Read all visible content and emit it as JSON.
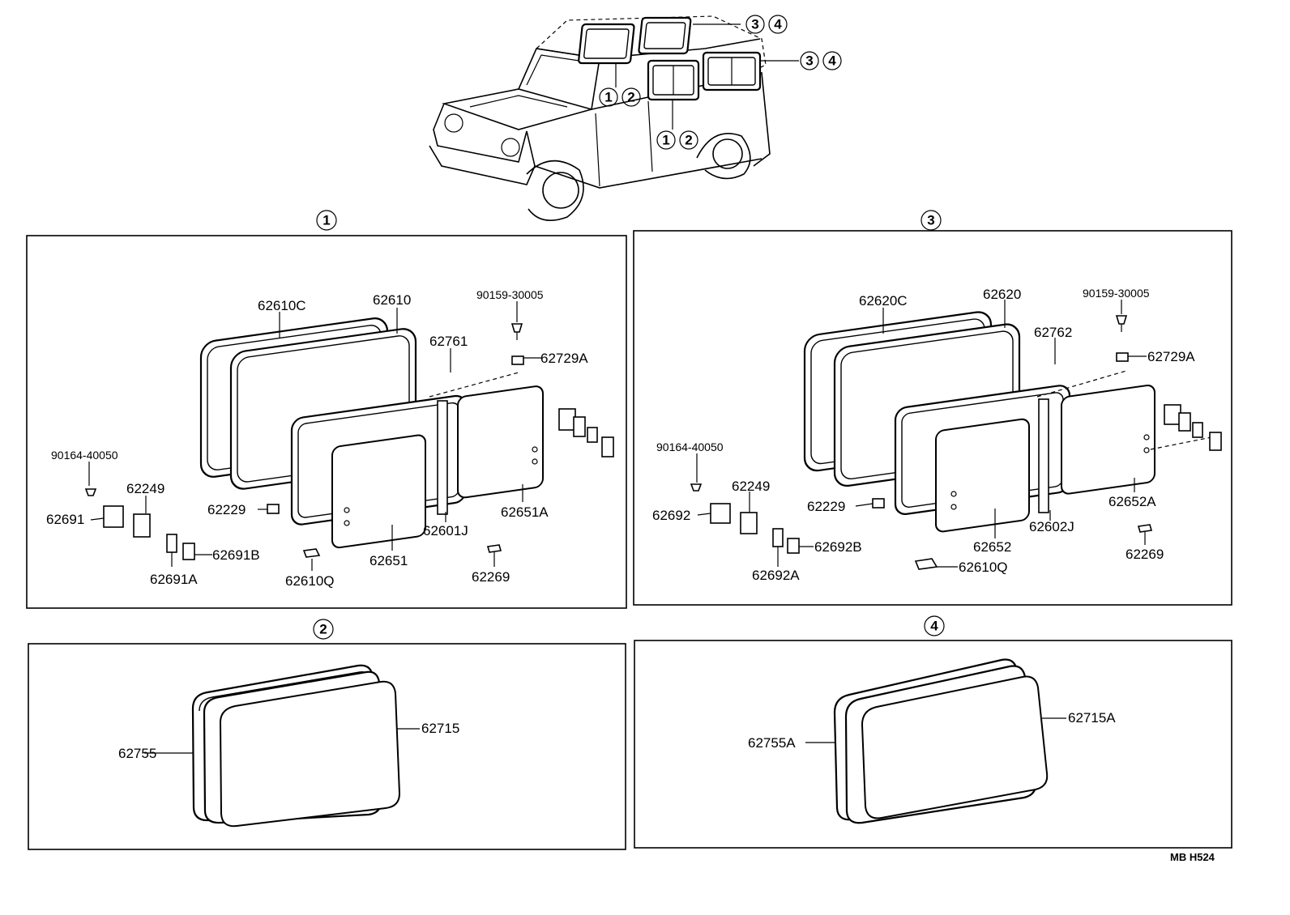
{
  "footer": {
    "code": "MB  H524"
  },
  "overview": {
    "callouts": [
      {
        "id": "roof",
        "numbers": [
          "3",
          "4"
        ]
      },
      {
        "id": "rear-side",
        "numbers": [
          "3",
          "4"
        ]
      },
      {
        "id": "front-side-upper",
        "numbers": [
          "1",
          "2"
        ]
      },
      {
        "id": "front-side-lower",
        "numbers": [
          "1",
          "2"
        ]
      }
    ]
  },
  "panels": [
    {
      "number": "1",
      "labels": {
        "outer_frame": "62610C",
        "frame": "62610",
        "inner_frame": "62761",
        "screw_top": "90159-30005",
        "clip_top": "62729A",
        "screw_left": "90164-40050",
        "bracket": "62249",
        "latch": "62691",
        "stopper": "62229",
        "plate": "62691A",
        "latch_part": "62691B",
        "bumper": "62610Q",
        "glass_front": "62651",
        "channel": "62601J",
        "glass_rear": "62651A",
        "guide": "62269"
      }
    },
    {
      "number": "2",
      "labels": {
        "seal": "62755",
        "glass": "62715"
      }
    },
    {
      "number": "3",
      "labels": {
        "outer_frame": "62620C",
        "frame": "62620",
        "inner_frame": "62762",
        "screw_top": "90159-30005",
        "clip_top": "62729A",
        "screw_left": "90164-40050",
        "bracket": "62249",
        "latch": "62692",
        "stopper": "62229",
        "plate": "62692A",
        "latch_part": "62692B",
        "bumper": "62610Q",
        "glass_front": "62652",
        "channel": "62602J",
        "glass_rear": "62652A",
        "guide": "62269"
      }
    },
    {
      "number": "4",
      "labels": {
        "seal": "62755A",
        "glass": "62715A"
      }
    }
  ]
}
